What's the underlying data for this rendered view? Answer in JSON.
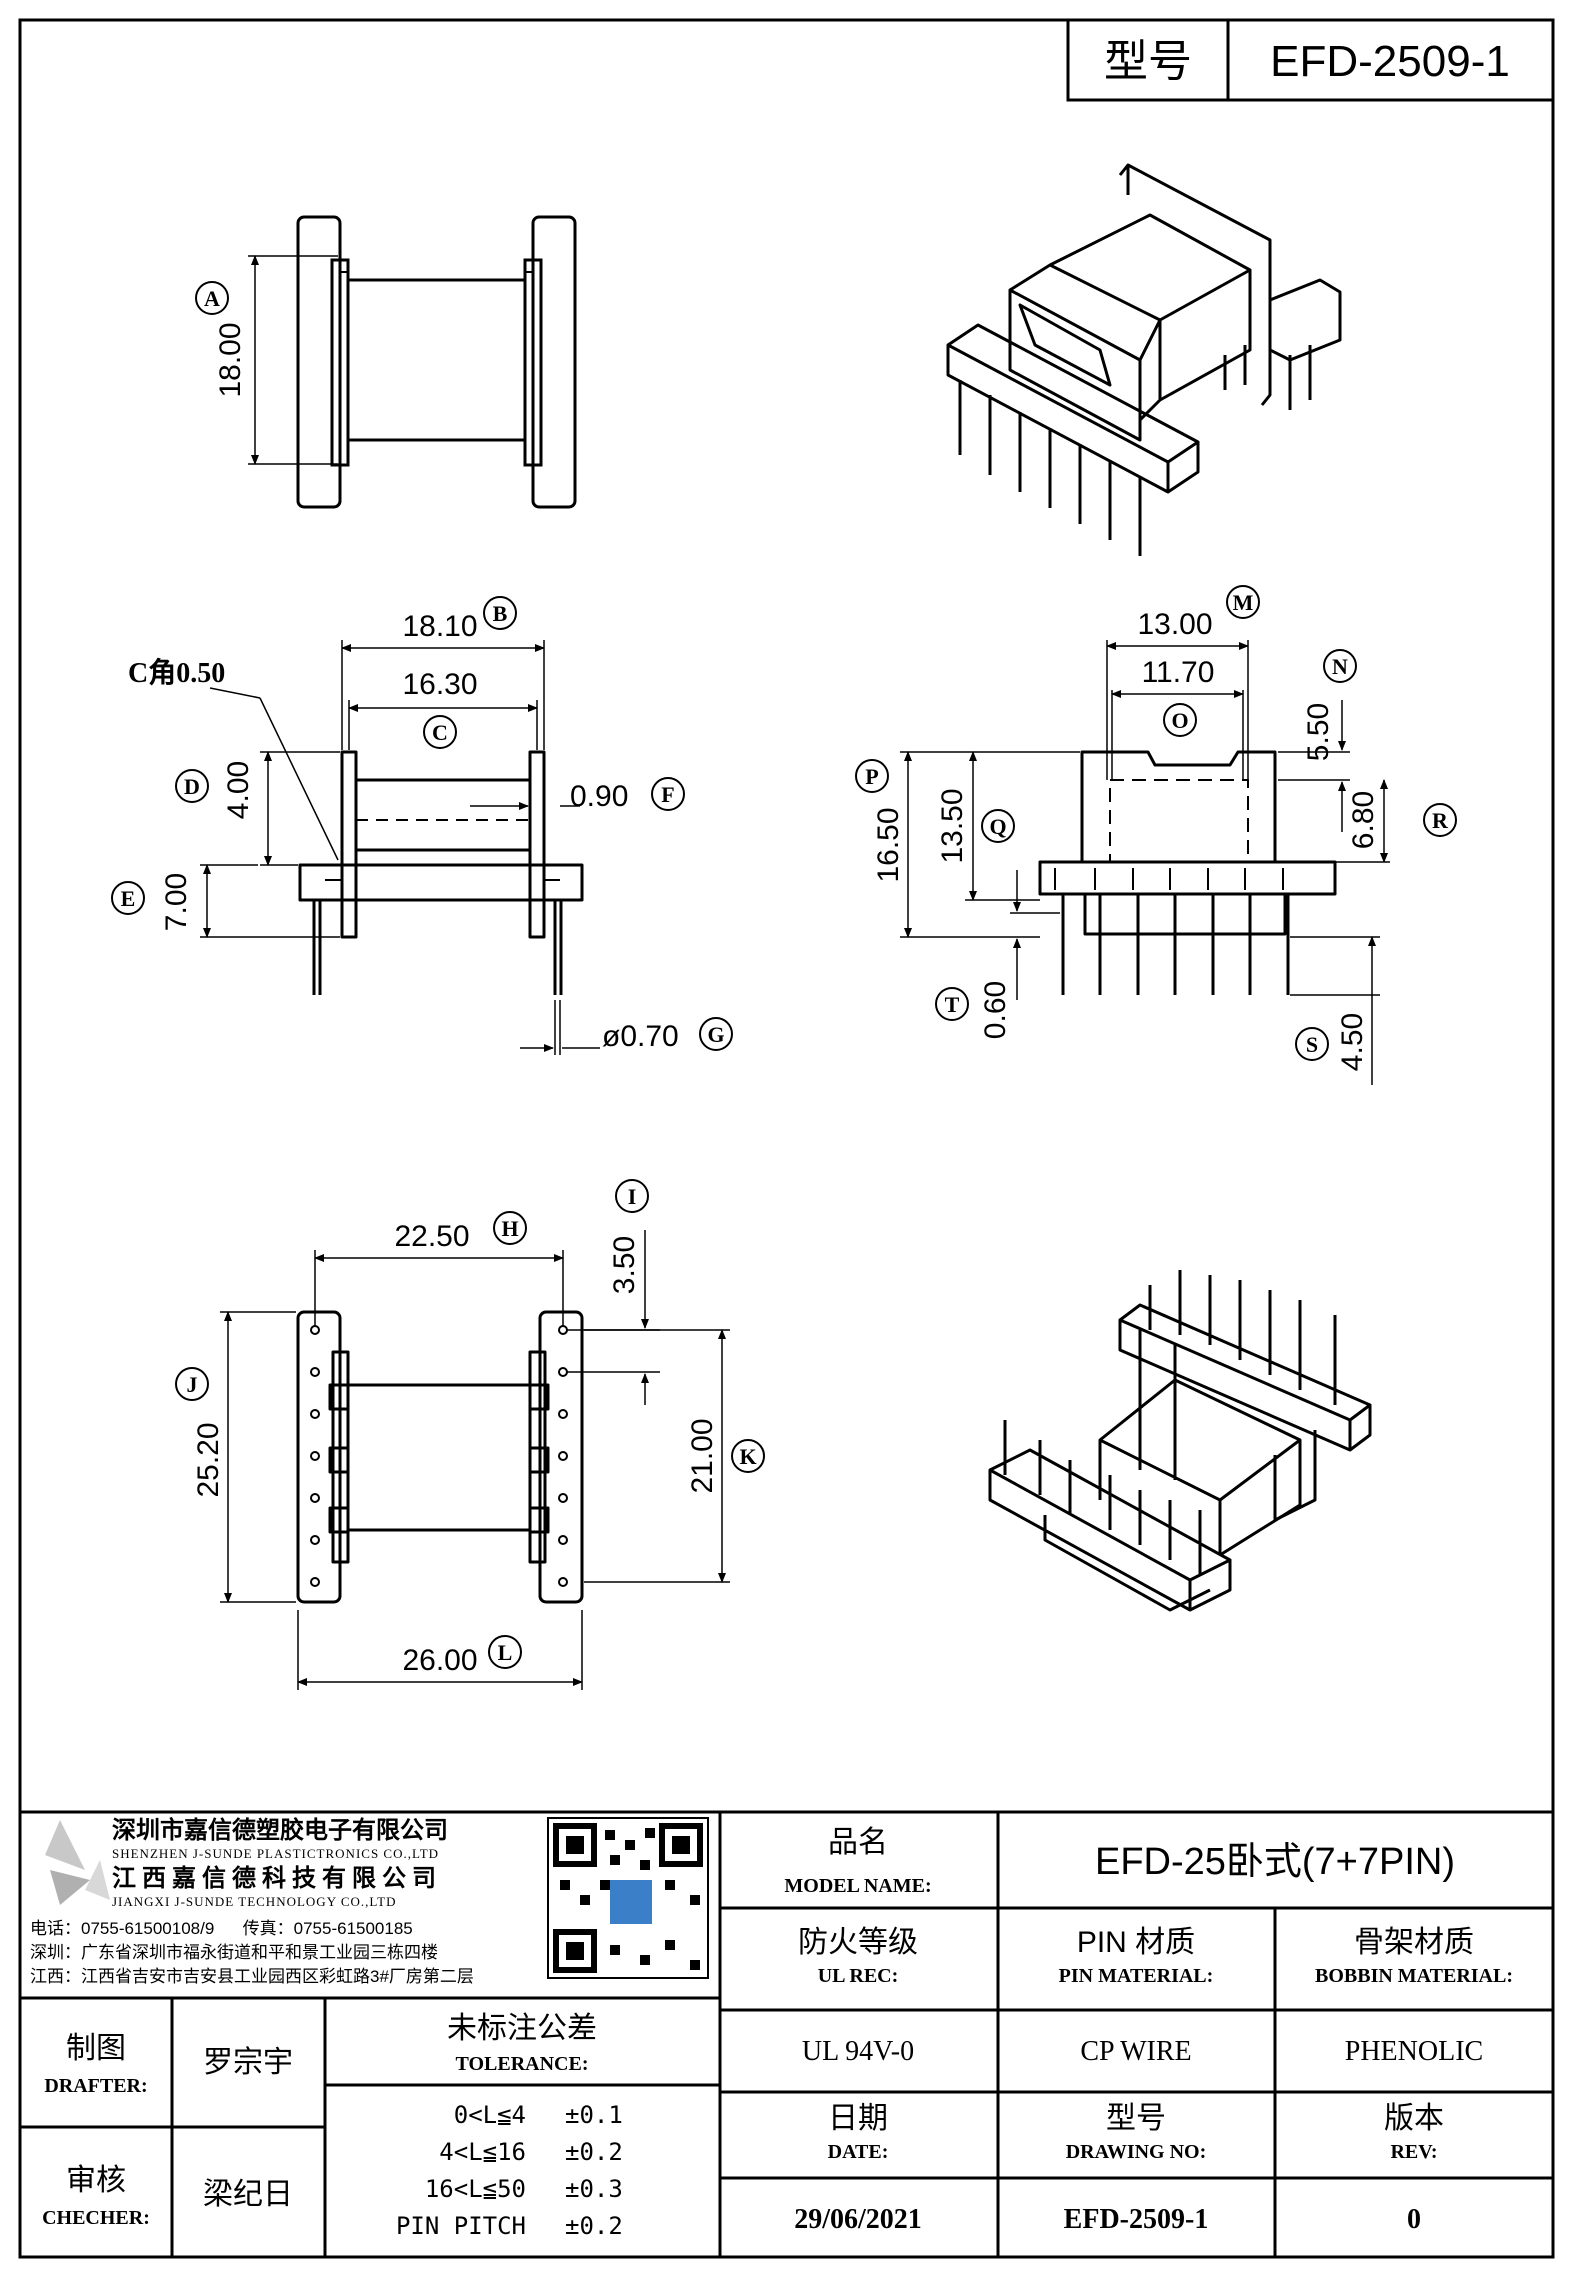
{
  "header": {
    "model_label": "型号",
    "model_value": "EFD-2509-1"
  },
  "views": {
    "top": {
      "dims": {
        "A": "18.00"
      },
      "bubbles": [
        "A"
      ]
    },
    "side": {
      "chamfer_note": "C角0.50",
      "dims": {
        "B": "18.10",
        "C": "16.30",
        "D": "4.00",
        "E": "7.00",
        "F": "0.90",
        "G": "ø0.70"
      },
      "bubbles": [
        "B",
        "C",
        "D",
        "E",
        "F",
        "G"
      ]
    },
    "front": {
      "dims": {
        "M": "13.00",
        "O": "11.70",
        "N": "5.50",
        "R": "6.80",
        "P": "16.50",
        "Q": "13.50",
        "T": "0.60",
        "S": "4.50"
      },
      "bubbles": [
        "M",
        "N",
        "O",
        "P",
        "Q",
        "R",
        "S",
        "T"
      ]
    },
    "bottom": {
      "dims": {
        "I": "22.50",
        "H": "3.50",
        "J": "25.20",
        "K": "21.00",
        "L": "26.00"
      },
      "bubbles": [
        "H",
        "I",
        "J",
        "K",
        "L"
      ]
    }
  },
  "company": {
    "name_cn_1": "深圳市嘉信德塑胶电子有限公司",
    "name_en_1": "SHENZHEN J-SUNDE PLASTICTRONICS CO.,LTD",
    "name_cn_2": "江西嘉信德科技有限公司",
    "name_en_2": "JIANGXI J-SUNDE TECHNOLOGY CO.,LTD",
    "tel_line": "电话：0755-61500108/9      传真：0755-61500185",
    "addr_sz": "深圳：广东省深圳市福永街道和平和景工业园三栋四楼",
    "addr_jx": "江西：江西省吉安市吉安县工业园西区彩虹路3#厂房第二层"
  },
  "title_block": {
    "model_name_cn": "品名",
    "model_name_en": "MODEL NAME:",
    "model_name_value": "EFD-25卧式(7+7PIN)",
    "ul_cn": "防火等级",
    "ul_en": "UL REC:",
    "pin_cn": "PIN 材质",
    "pin_en": "PIN MATERIAL:",
    "bobbin_cn": "骨架材质",
    "bobbin_en": "BOBBIN MATERIAL:",
    "ul_value": "UL 94V-0",
    "pin_value": "CP WIRE",
    "bobbin_value": "PHENOLIC",
    "date_cn": "日期",
    "date_en": "DATE:",
    "drawing_cn": "型号",
    "drawing_en": "DRAWING NO:",
    "rev_cn": "版本",
    "rev_en": "REV:",
    "date_value": "29/06/2021",
    "drawing_value": "EFD-2509-1",
    "rev_value": "0",
    "drafter_cn": "制图",
    "drafter_en": "DRAFTER:",
    "drafter_name": "罗宗宇",
    "checker_cn": "审核",
    "checker_en": "CHECHER:",
    "checker_name": "梁纪日",
    "tolerance_cn": "未标注公差",
    "tolerance_en": "TOLERANCE:",
    "tolerances": [
      {
        "range": "0<L≦4",
        "value": "±0.1"
      },
      {
        "range": "4<L≦16",
        "value": "±0.2"
      },
      {
        "range": "16<L≦50",
        "value": "±0.3"
      },
      {
        "range": "PIN PITCH",
        "value": "±0.2"
      }
    ]
  }
}
